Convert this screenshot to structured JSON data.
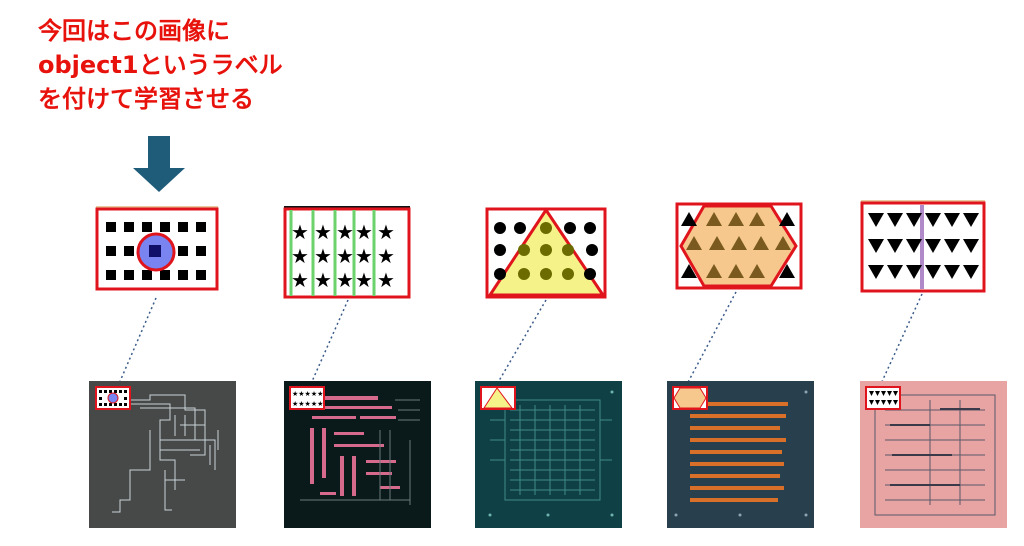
{
  "heading": {
    "lines": [
      "今回はこの画像に",
      "object1というラベル",
      "を付けて学習させる"
    ]
  },
  "colors": {
    "heading_text": "#e8120c",
    "arrow": "#1f5c7a",
    "highlight_border": "#e0141c",
    "connector": "#3a5a8a"
  },
  "samples": [
    {
      "name": "square-grid",
      "shape": "square",
      "annotation": "circle",
      "board_bg": "#464948",
      "trace_color": "#c9d2d6"
    },
    {
      "name": "star-grid",
      "shape": "star",
      "annotation": "vertical-bars",
      "board_bg": "#0a1a1a",
      "trace_color": "#d66a8c"
    },
    {
      "name": "circle-grid",
      "shape": "circle",
      "annotation": "triangle",
      "board_bg": "#0f4046",
      "trace_color": "#3f8a86"
    },
    {
      "name": "up-triangle-grid",
      "shape": "up-triangle",
      "annotation": "hexagon",
      "board_bg": "#28404e",
      "trace_color": "#d9702a"
    },
    {
      "name": "down-triangle-grid",
      "shape": "down-triangle",
      "annotation": "vertical-line",
      "board_bg": "#e8a3a3",
      "trace_color": "#5a5a6a"
    }
  ]
}
